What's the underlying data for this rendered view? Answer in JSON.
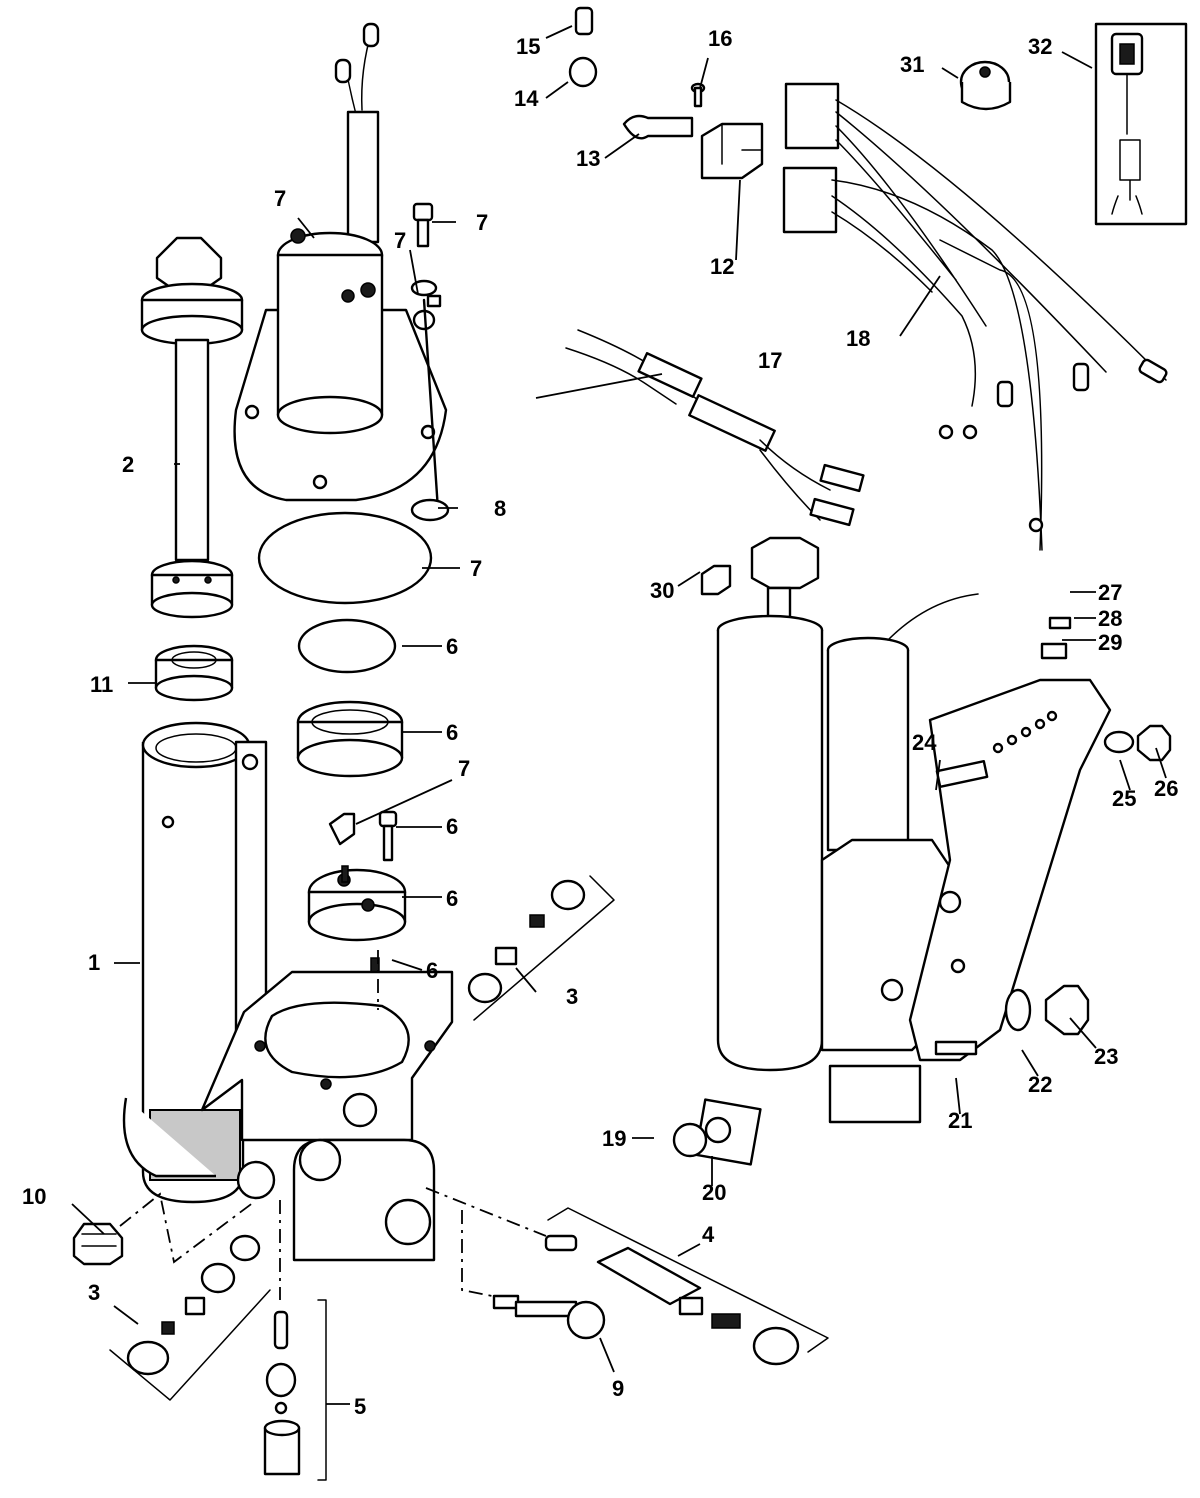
{
  "callouts": [
    {
      "id": "c1",
      "label": "1"
    },
    {
      "id": "c2",
      "label": "2"
    },
    {
      "id": "c3a",
      "label": "3"
    },
    {
      "id": "c3b",
      "label": "3"
    },
    {
      "id": "c4",
      "label": "4"
    },
    {
      "id": "c5",
      "label": "5"
    },
    {
      "id": "c6a",
      "label": "6"
    },
    {
      "id": "c6b",
      "label": "6"
    },
    {
      "id": "c6c",
      "label": "6"
    },
    {
      "id": "c6d",
      "label": "6"
    },
    {
      "id": "c6e",
      "label": "6"
    },
    {
      "id": "c7a",
      "label": "7"
    },
    {
      "id": "c7b",
      "label": "7"
    },
    {
      "id": "c7c",
      "label": "7"
    },
    {
      "id": "c7d",
      "label": "7"
    },
    {
      "id": "c7e",
      "label": "7"
    },
    {
      "id": "c8",
      "label": "8"
    },
    {
      "id": "c9",
      "label": "9"
    },
    {
      "id": "c10",
      "label": "10"
    },
    {
      "id": "c11",
      "label": "11"
    },
    {
      "id": "c12",
      "label": "12"
    },
    {
      "id": "c13",
      "label": "13"
    },
    {
      "id": "c14",
      "label": "14"
    },
    {
      "id": "c15",
      "label": "15"
    },
    {
      "id": "c16",
      "label": "16"
    },
    {
      "id": "c17",
      "label": "17"
    },
    {
      "id": "c18",
      "label": "18"
    },
    {
      "id": "c19",
      "label": "19"
    },
    {
      "id": "c20",
      "label": "20"
    },
    {
      "id": "c21",
      "label": "21"
    },
    {
      "id": "c22",
      "label": "22"
    },
    {
      "id": "c23",
      "label": "23"
    },
    {
      "id": "c24",
      "label": "24"
    },
    {
      "id": "c25",
      "label": "25"
    },
    {
      "id": "c26",
      "label": "26"
    },
    {
      "id": "c27",
      "label": "27"
    },
    {
      "id": "c28",
      "label": "28"
    },
    {
      "id": "c29",
      "label": "29"
    },
    {
      "id": "c30",
      "label": "30"
    },
    {
      "id": "c31",
      "label": "31"
    },
    {
      "id": "c32",
      "label": "32"
    }
  ]
}
